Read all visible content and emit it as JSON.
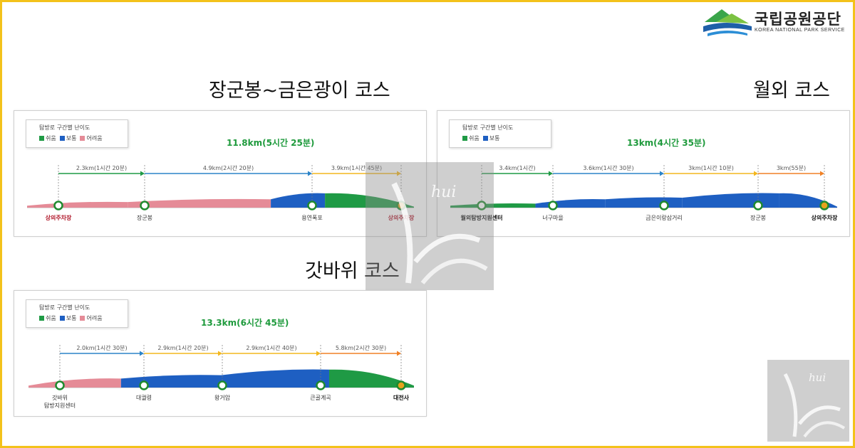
{
  "brand": {
    "name": "국립공원공단",
    "subtitle": "KOREA NATIONAL PARK SERVICE"
  },
  "legend_title": "탐방로 구간별 난이도",
  "difficulty": {
    "easy": {
      "label": "쉬움",
      "color": "#1f9a45"
    },
    "normal": {
      "label": "보통",
      "color": "#1e5fc2"
    },
    "hard": {
      "label": "어려움",
      "color": "#e58b97"
    }
  },
  "arrow_colors": {
    "blue": "#2b84c8",
    "green": "#1f9a45",
    "yellow": "#f3b71e",
    "orange": "#f08126"
  },
  "courses": [
    {
      "id": "janggun",
      "title": "장군봉~금은광이 코스",
      "total": "11.8km(5시간 25분)",
      "legend": [
        "easy",
        "normal",
        "hard"
      ],
      "segments": [
        {
          "label": "2.3km(1시간 20분)",
          "arrow": "green"
        },
        {
          "label": "4.9km(2시간 20분)",
          "arrow": "blue"
        },
        {
          "label": "3.9km(1시간 45분)",
          "arrow": "yellow"
        }
      ],
      "stops": [
        {
          "label": "상의주차장",
          "style": "end"
        },
        {
          "label": "장군봉",
          "style": "normal"
        },
        {
          "label": "용연폭포",
          "style": "normal"
        },
        {
          "label": "상의주차장",
          "style": "end",
          "marker": "gold"
        }
      ],
      "profile": [
        {
          "difficulty": "hard",
          "from": 0.0,
          "to": 0.26,
          "h0": 0.1,
          "h1": 0.28
        },
        {
          "difficulty": "hard",
          "from": 0.26,
          "to": 0.63,
          "h0": 0.28,
          "h1": 0.42
        },
        {
          "difficulty": "normal",
          "from": 0.63,
          "to": 0.77,
          "h0": 0.42,
          "h1": 0.72
        },
        {
          "difficulty": "easy",
          "from": 0.77,
          "to": 1.0,
          "h0": 0.72,
          "h1": 0.05
        }
      ]
    },
    {
      "id": "wolwoe",
      "title": "월외 코스",
      "total": "13km(4시간 35분)",
      "legend": [
        "easy",
        "normal"
      ],
      "segments": [
        {
          "label": "3.4km(1시간)",
          "arrow": "green"
        },
        {
          "label": "3.6km(1시간 30분)",
          "arrow": "blue"
        },
        {
          "label": "3km(1시간 10분)",
          "arrow": "yellow"
        },
        {
          "label": "3km(55분)",
          "arrow": "orange"
        }
      ],
      "stops": [
        {
          "label": "월외탐방지원센터",
          "style": "bold"
        },
        {
          "label": "너구마을",
          "style": "normal"
        },
        {
          "label": "금은이랑삼거리",
          "style": "normal"
        },
        {
          "label": "장군봉",
          "style": "normal"
        },
        {
          "label": "상의주차장",
          "style": "bold",
          "marker": "gold"
        }
      ],
      "profile": [
        {
          "difficulty": "easy",
          "from": 0.0,
          "to": 0.22,
          "h0": 0.1,
          "h1": 0.2
        },
        {
          "difficulty": "normal",
          "from": 0.22,
          "to": 0.4,
          "h0": 0.2,
          "h1": 0.42
        },
        {
          "difficulty": "normal",
          "from": 0.4,
          "to": 0.6,
          "h0": 0.42,
          "h1": 0.5
        },
        {
          "difficulty": "normal",
          "from": 0.6,
          "to": 0.85,
          "h0": 0.5,
          "h1": 0.72
        },
        {
          "difficulty": "normal",
          "from": 0.85,
          "to": 1.0,
          "h0": 0.72,
          "h1": 0.05
        }
      ]
    },
    {
      "id": "gatbawi",
      "title": "갓바위 코스",
      "total": "13.3km(6시간 45분)",
      "legend": [
        "easy",
        "normal",
        "hard"
      ],
      "segments": [
        {
          "label": "2.0km(1시간 30분)",
          "arrow": "blue"
        },
        {
          "label": "2.9km(1시간 20분)",
          "arrow": "yellow"
        },
        {
          "label": "2.9km(1시간 40분)",
          "arrow": "yellow"
        },
        {
          "label": "5.8km(2시간 30분)",
          "arrow": "orange"
        }
      ],
      "stops": [
        {
          "label": "갓바위\n탐방지원센터",
          "style": "normal"
        },
        {
          "label": "대궐령",
          "style": "normal"
        },
        {
          "label": "왕거암",
          "style": "normal"
        },
        {
          "label": "큰골계곡",
          "style": "normal"
        },
        {
          "label": "대전사",
          "style": "bold",
          "marker": "gold"
        }
      ],
      "profile": [
        {
          "difficulty": "hard",
          "from": 0.0,
          "to": 0.24,
          "h0": 0.1,
          "h1": 0.45
        },
        {
          "difficulty": "normal",
          "from": 0.24,
          "to": 0.5,
          "h0": 0.45,
          "h1": 0.62
        },
        {
          "difficulty": "normal",
          "from": 0.5,
          "to": 0.78,
          "h0": 0.62,
          "h1": 0.9
        },
        {
          "difficulty": "easy",
          "from": 0.78,
          "to": 1.0,
          "h0": 0.9,
          "h1": 0.1
        }
      ]
    }
  ],
  "watermark": "hui"
}
